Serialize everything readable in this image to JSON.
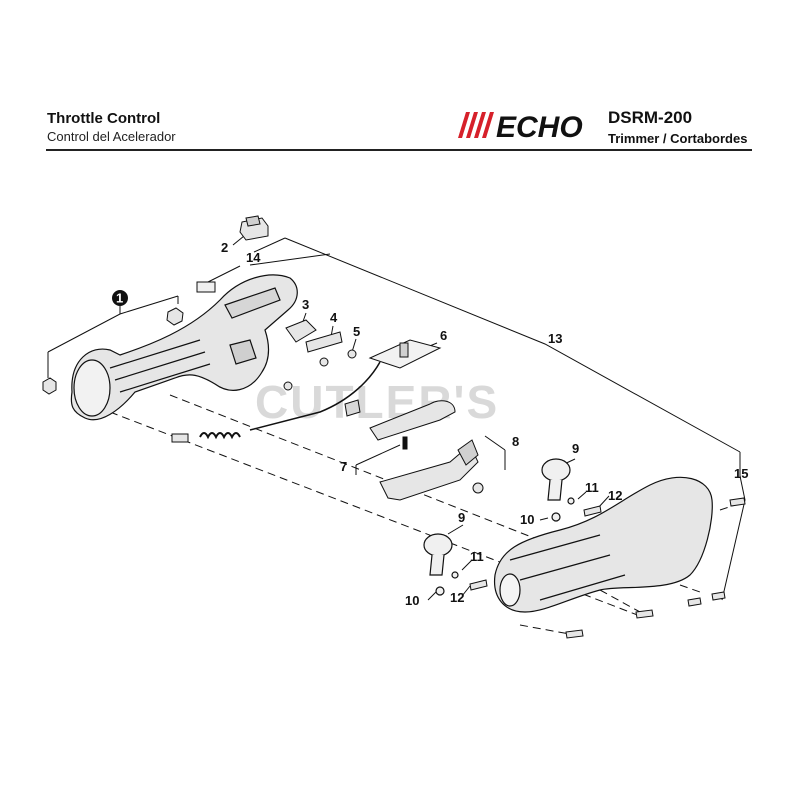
{
  "header": {
    "title": "Throttle Control",
    "title_es": "Control del Acelerador",
    "brand": "ECHO",
    "model": "DSRM-200",
    "subtitle": "Trimmer / Cortabordes"
  },
  "watermark": "CUTLER'S",
  "callouts": [
    "1",
    "2",
    "3",
    "4",
    "5",
    "6",
    "7",
    "8",
    "9",
    "9",
    "10",
    "10",
    "11",
    "11",
    "12",
    "12",
    "13",
    "14",
    "15"
  ],
  "colors": {
    "brand_red": "#d6202a",
    "line": "#111111",
    "part_fill": "#e6e6e6"
  }
}
